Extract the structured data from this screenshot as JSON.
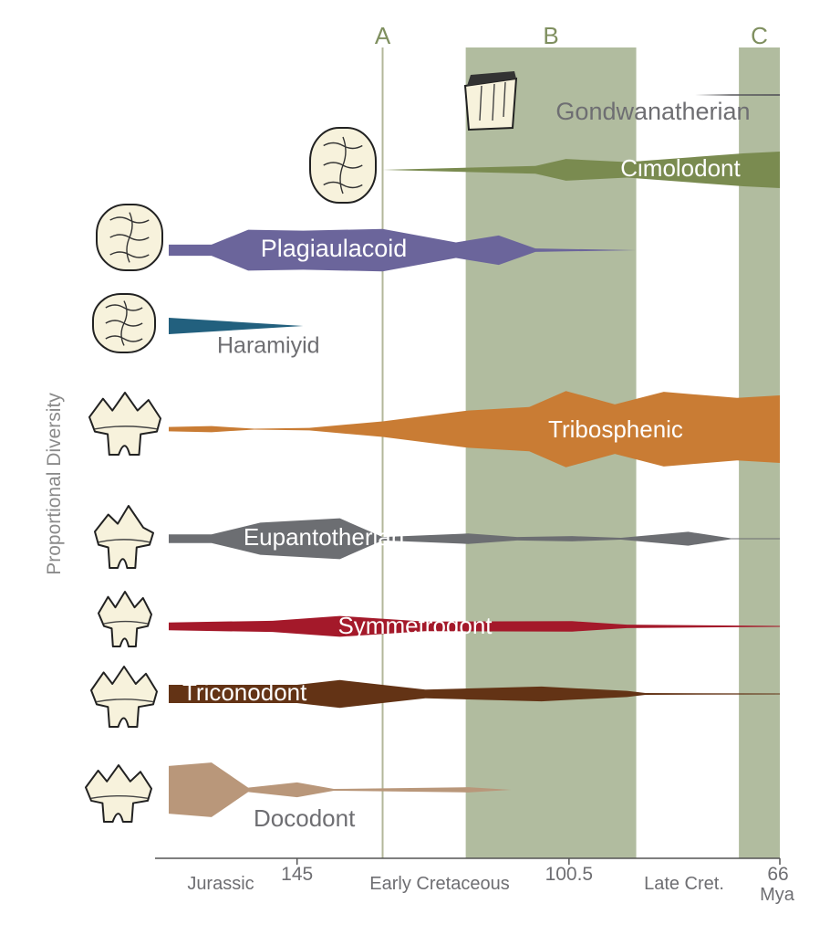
{
  "chart_data": {
    "type": "area",
    "title": "",
    "ylabel": "Proportional Diversity",
    "xlabel": "",
    "x_unit": "Mya",
    "xlim": [
      166,
      66
    ],
    "x_ticks": [
      {
        "value": 145,
        "label": "145"
      },
      {
        "value": 100.5,
        "label": "100.5"
      },
      {
        "value": 66,
        "label": "66"
      }
    ],
    "period_labels": [
      "Jurassic",
      "Early Cretaceous",
      "Late Cret."
    ],
    "unit_label": "Mya",
    "bands": [
      {
        "label": "A",
        "type": "line",
        "at": 131
      },
      {
        "label": "B",
        "type": "span",
        "from": 117.4,
        "to": 89.5
      },
      {
        "label": "C",
        "type": "span",
        "from": 72.7,
        "to": 66
      }
    ],
    "band_color": "#b1bc9f",
    "line_color": "#b3b79a",
    "series": [
      {
        "name": "Gondwanatherian",
        "color": "#5b5b5f",
        "text_color": "#6e6e72",
        "x": [
          80,
          74,
          66
        ],
        "y": [
          0,
          0.05,
          0.06
        ]
      },
      {
        "name": "Cimolodont",
        "color": "#7a8b50",
        "text_color": "#ffffff",
        "x": [
          131,
          117,
          106,
          101,
          91,
          72,
          66
        ],
        "y": [
          0,
          0.05,
          0.09,
          0.25,
          0.18,
          0.38,
          0.42
        ]
      },
      {
        "name": "Plagiaulacoid",
        "color": "#6b659b",
        "text_color": "#ffffff",
        "x": [
          166,
          159,
          153,
          144,
          131,
          119,
          112,
          106,
          89.5
        ],
        "y": [
          0.13,
          0.13,
          0.47,
          0.45,
          0.49,
          0.18,
          0.34,
          0.04,
          0
        ]
      },
      {
        "name": "Haramiyid",
        "color": "#22607e",
        "text_color": "#6e6e72",
        "x": [
          166,
          144
        ],
        "y": [
          0.19,
          0
        ]
      },
      {
        "name": "Tribosphenic",
        "color": "#c97c34",
        "text_color": "#ffffff",
        "x": [
          166,
          159,
          152,
          143,
          131,
          117,
          107,
          101,
          93,
          85,
          73,
          66
        ],
        "y": [
          0.05,
          0.07,
          0.01,
          0.03,
          0.18,
          0.43,
          0.51,
          0.88,
          0.57,
          0.86,
          0.72,
          0.78
        ]
      },
      {
        "name": "Eupantotherian",
        "color": "#6c6e72",
        "text_color": "#ffffff",
        "x": [
          166,
          159,
          151,
          138,
          131,
          117,
          109,
          100,
          92,
          81,
          74,
          66
        ],
        "y": [
          0.1,
          0.1,
          0.37,
          0.47,
          0.04,
          0.12,
          0.04,
          0.06,
          0.02,
          0.16,
          0.01,
          0.01
        ]
      },
      {
        "name": "Symmetrodont",
        "color": "#a4192a",
        "text_color": "#ffffff",
        "x": [
          166,
          149,
          138,
          124,
          100,
          91,
          66
        ],
        "y": [
          0.09,
          0.13,
          0.24,
          0.11,
          0.12,
          0.04,
          0.01
        ]
      },
      {
        "name": "Triconodont",
        "color": "#633315",
        "text_color": "#ffffff",
        "x": [
          166,
          145,
          138,
          124,
          105,
          91,
          88,
          66
        ],
        "y": [
          0.21,
          0.21,
          0.32,
          0.1,
          0.17,
          0.07,
          0.02,
          0.01
        ]
      },
      {
        "name": "Docodont",
        "color": "#b9977a",
        "text_color": "#6e6e72",
        "x": [
          166,
          159,
          153,
          145,
          139,
          117,
          110
        ],
        "y": [
          0.55,
          0.63,
          0.05,
          0.17,
          0.02,
          0.06,
          0
        ]
      }
    ]
  }
}
